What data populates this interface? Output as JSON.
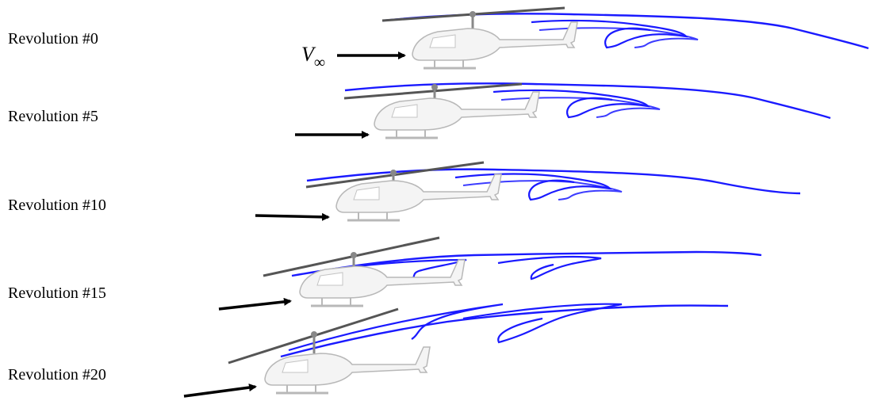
{
  "labels": [
    "Revolution #0",
    "Revolution #5",
    "Revolution #10",
    "Revolution #15",
    "Revolution #20"
  ],
  "freestream": {
    "symbol": "V",
    "subscript": "∞"
  },
  "colors": {
    "wake": "#1a1aff",
    "rotor": "#555555",
    "arrow": "#000000",
    "heli_fill": "#f4f4f4",
    "heli_stroke": "#b8b8b8"
  }
}
